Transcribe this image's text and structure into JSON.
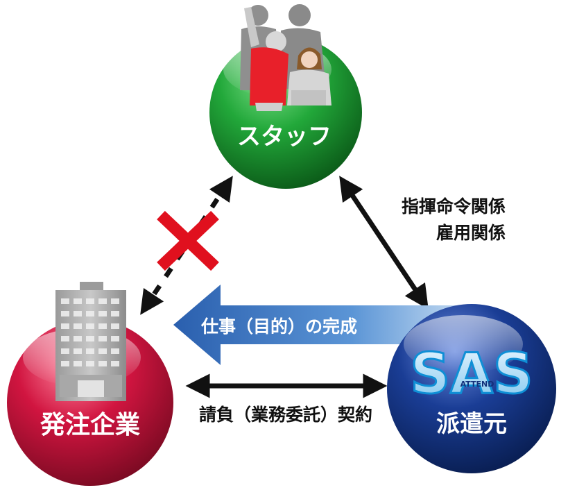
{
  "nodes": {
    "staff": {
      "label": "スタッフ"
    },
    "client": {
      "label": "発注企業"
    },
    "dispatcher": {
      "label": "派遣元",
      "logo_text": "SAS",
      "logo_subtext": "ATTEND"
    }
  },
  "relations": {
    "staff_dispatcher": {
      "line1": "指揮命令関係",
      "line2": "雇用関係"
    },
    "client_dispatcher": {
      "label": "請負（業務委託）契約"
    },
    "work_flow": {
      "label": "仕事（目的）の完成"
    },
    "staff_client": {
      "status": "no-relationship",
      "mark": "cross-mark"
    }
  },
  "colors": {
    "staff_sphere": "#1f8f2e",
    "client_sphere": "#c8123c",
    "dispatcher_sphere": "#12307a",
    "flow_arrow": "#3a73c0",
    "cross_mark": "#e0101e",
    "connector": "#111111",
    "logo": "#0f8fd6"
  }
}
